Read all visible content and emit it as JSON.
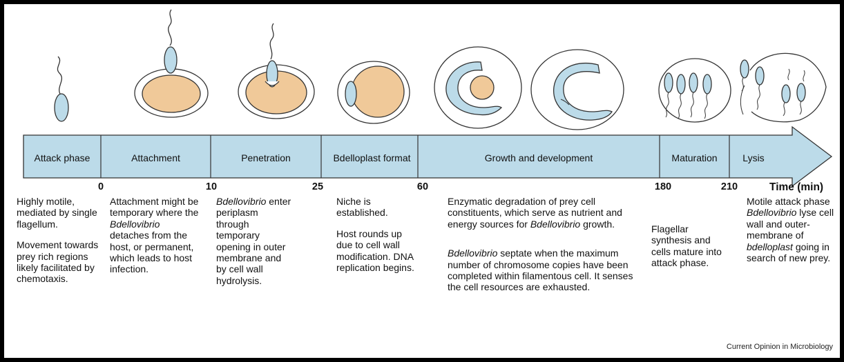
{
  "timeline": {
    "phases": [
      {
        "label": "Attack phase"
      },
      {
        "label": "Attachment"
      },
      {
        "label": "Penetration"
      },
      {
        "label": "Bdelloplast format"
      },
      {
        "label": "Growth and development"
      },
      {
        "label": "Maturation"
      },
      {
        "label": "Lysis"
      }
    ],
    "ticks": [
      "0",
      "10",
      "25",
      "60",
      "180",
      "210"
    ],
    "time_label": "Time (min)"
  },
  "descriptions": {
    "attack": [
      "Highly motile, mediated by single flagellum.",
      "Movement towards prey rich regions likely facilitated by chemotaxis."
    ],
    "attachment": [
      {
        "before": "Attachment might be temporary where the ",
        "italic": "Bdellovibrio",
        "after": " detaches from the host, or permanent, which leads to host infection."
      }
    ],
    "penetration": [
      {
        "before": "",
        "italic": "Bdellovibrio",
        "after": " enter periplasm through temporary opening in outer membrane and by cell wall hydrolysis."
      }
    ],
    "bdelloplast": [
      "Niche is established.",
      "Host rounds up due to cell wall modification. DNA replication begins."
    ],
    "growth": [
      {
        "before": "Enzymatic degradation of prey cell constituents, which serve as nutrient and energy sources for ",
        "italic": "Bdellovibrio",
        "after": " growth."
      },
      {
        "before": "",
        "italic": "Bdellovibrio",
        "after": " septate when the maximum number of chromosome copies have been completed within filamentous cell. It senses the cell resources are exhausted."
      }
    ],
    "maturation": [
      "Flagellar synthesis and cells mature into attack phase."
    ],
    "lysis": [
      {
        "before": "Motile attack phase ",
        "italic": "Bdellovibrio",
        "after": " lyse cell wall and outer-membrane of "
      },
      {
        "before": "",
        "italic": "bdelloplast",
        "after": " going in search of new prey."
      }
    ]
  },
  "credit": "Current Opinion in Microbiology",
  "colors": {
    "arrow_fill": "#bcdbe9",
    "bacterium_fill": "#bcdbe9",
    "prey_fill": "#f0c999",
    "outline": "#333333"
  }
}
